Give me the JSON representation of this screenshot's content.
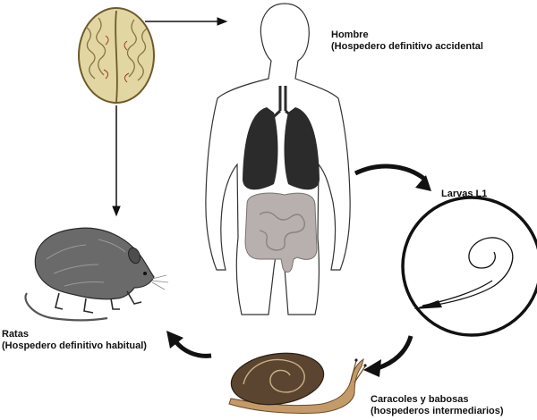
{
  "labels": {
    "human_line1": "Hombre",
    "human_line2": "(Hospedero definitivo accidental",
    "larvae": "Larvas L1",
    "rats_line1": "Ratas",
    "rats_line2": "(Hospedero definitivo habitual)",
    "snails_line1": "Caracoles y babosas",
    "snails_line2": "(hospederos intermediarios)"
  },
  "colors": {
    "brain": "#e2d7a2",
    "lungs": "#2b2b2b",
    "intestine": "#b8b0ae",
    "snail_shell": "#5b4530",
    "snail_body": "#c49a68",
    "rat": "#6a6a6a"
  }
}
